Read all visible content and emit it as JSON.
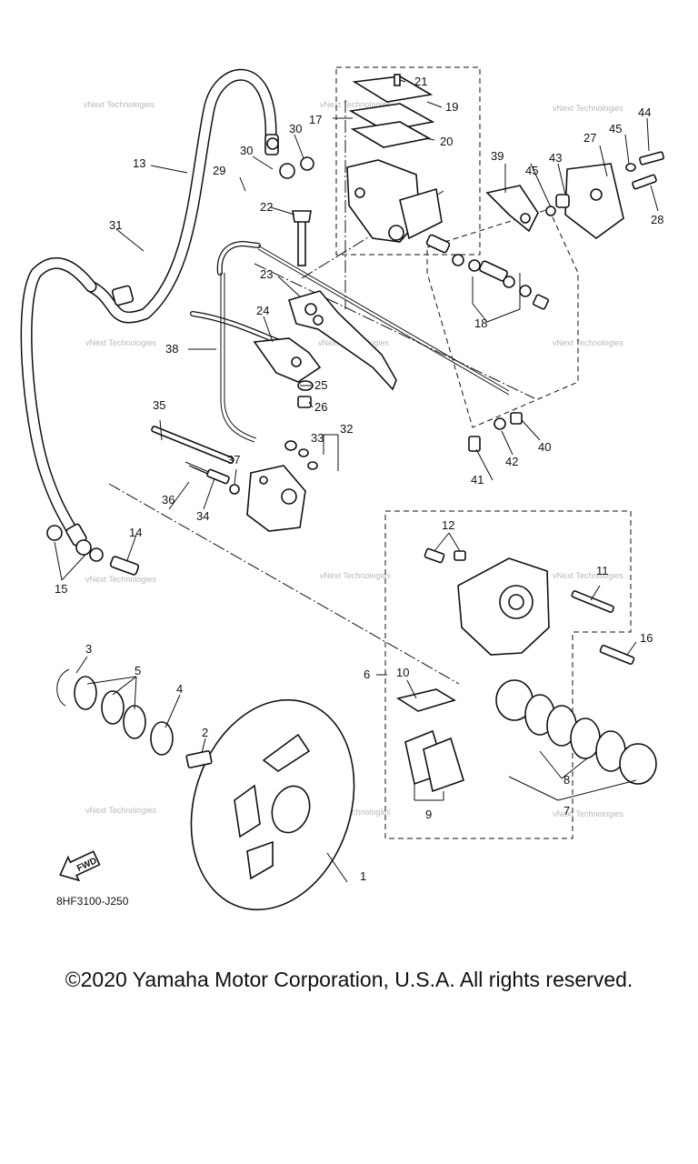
{
  "diagram_code": "8HF3100-J250",
  "fwd_label": "FWD",
  "watermark": "vNext Technologies",
  "copyright": "©2020 Yamaha Motor Corporation, U.S.A. All rights reserved.",
  "callouts": [
    "1",
    "2",
    "3",
    "4",
    "5",
    "6",
    "7",
    "8",
    "9",
    "10",
    "11",
    "12",
    "13",
    "14",
    "15",
    "16",
    "17",
    "18",
    "19",
    "20",
    "21",
    "22",
    "23",
    "24",
    "25",
    "26",
    "27",
    "28",
    "29",
    "30",
    "30",
    "31",
    "32",
    "33",
    "34",
    "35",
    "36",
    "37",
    "38",
    "39",
    "40",
    "41",
    "42",
    "43",
    "44",
    "45",
    "45"
  ]
}
